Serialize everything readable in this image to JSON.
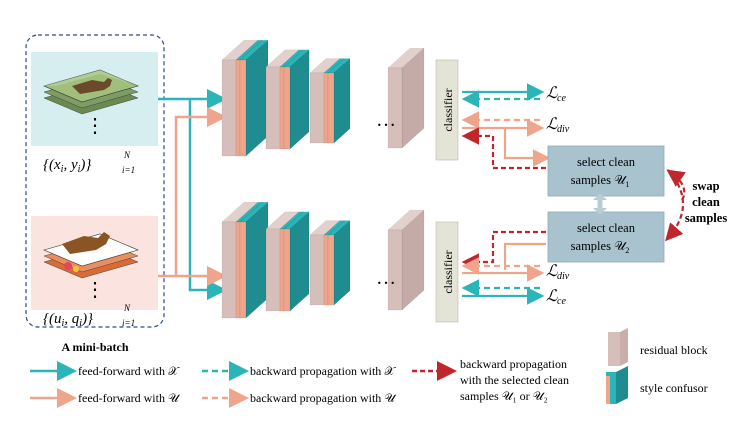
{
  "minibatch": {
    "top_set": "{(x_i, y_i)}_{i=1}^N",
    "bottom_set": "{(u_i, q_i)}_{i=1}^N",
    "caption": "A mini-batch",
    "dots": "⋮"
  },
  "network": {
    "ellipsis": "…",
    "classifier_label": "classifier"
  },
  "losses": {
    "ce": "ce",
    "div": "div",
    "L": "ℒ"
  },
  "selectors": {
    "top_line1": "select clean",
    "top_line2": "samples 𝒰",
    "top_sub": "1",
    "bottom_line1": "select clean",
    "bottom_line2": "samples 𝒰",
    "bottom_sub": "2"
  },
  "swap": {
    "line1": "swap",
    "line2": "clean",
    "line3": "samples"
  },
  "legend": {
    "ff_x": "feed-forward with 𝒳",
    "ff_u": "feed-forward with 𝒰",
    "bp_x": "backward propagation with 𝒳",
    "bp_u": "backward propagation with 𝒰",
    "bp_sel_1": "backward propagation",
    "bp_sel_2": "with the selected clean",
    "bp_sel_3": "samples 𝒰₁ or 𝒰₂",
    "residual": "residual block",
    "style": "style confusor"
  },
  "colors": {
    "teal": "#2bb5b8",
    "salmon": "#eea58c",
    "darkred": "#c0272d",
    "residual": "#d6bfbb",
    "selector": "#a8c3ce",
    "classifier": "#e3e4d6"
  }
}
